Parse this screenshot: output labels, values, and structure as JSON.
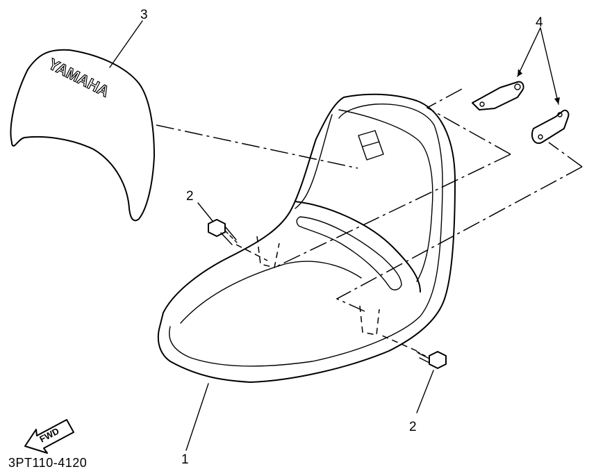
{
  "diagram": {
    "parts": [
      {
        "id": "seat",
        "callout": "1"
      },
      {
        "id": "bolt-left",
        "callout": "2"
      },
      {
        "id": "bolt-right",
        "callout": "2"
      },
      {
        "id": "seat-cover",
        "callout": "3"
      },
      {
        "id": "brackets",
        "callout": "4"
      }
    ],
    "cover_logo": "YAMAHA",
    "direction_label": "FWD",
    "drawing_code": "3PT110-4120"
  }
}
